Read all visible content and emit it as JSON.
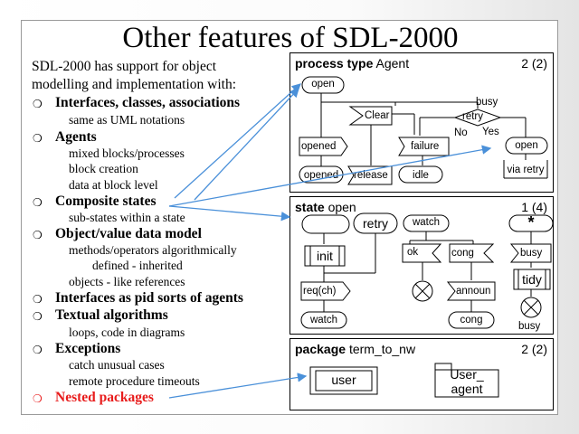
{
  "slide": {
    "title": "Other features of SDL-2000",
    "intro": [
      "SDL-2000 has support for object",
      "modelling and implementation with:"
    ],
    "bullet_glyph": "❍",
    "items": [
      {
        "label": "Interfaces, classes, associations",
        "subs": [
          "same as UML notations"
        ]
      },
      {
        "label": "Agents",
        "subs": [
          "mixed blocks/processes",
          "block creation",
          "data at block level"
        ]
      },
      {
        "label": "Composite states",
        "subs": [
          "sub-states within a state"
        ]
      },
      {
        "label": "Object/value data model",
        "subs": [
          "methods/operators algorithmically",
          "defined - inherited",
          "objects - like references"
        ]
      },
      {
        "label": "Interfaces as pid sorts of agents",
        "subs": []
      },
      {
        "label": "Textual algorithms",
        "subs": [
          "loops, code in diagrams"
        ]
      },
      {
        "label": "Exceptions",
        "subs": [
          "catch unusual cases",
          "remote procedure timeouts"
        ]
      },
      {
        "label": "Nested packages",
        "subs": [],
        "color": "#e81c1c"
      }
    ]
  },
  "process_panel": {
    "keyword": "process type",
    "name": "Agent",
    "page": "2 (2)",
    "labels": {
      "open_top": "open",
      "busy": "busy",
      "clear": "Clear",
      "retry": "retry",
      "no": "No",
      "yes": "Yes",
      "opened1": "opened",
      "failure": "failure",
      "open_right": "open",
      "opened2": "opened",
      "release": "release",
      "idle": "idle",
      "via_retry": "via retry"
    }
  },
  "state_panel": {
    "keyword": "state",
    "name": "open",
    "page": "1 (4)",
    "labels": {
      "retry": "retry",
      "watch_top": "watch",
      "star": "*",
      "init": "init",
      "ok": "ok",
      "cong1": "cong",
      "busy1": "busy",
      "tidy": "tidy",
      "reqch": "req(ch)",
      "announ": "announ",
      "watch_bottom": "watch",
      "cong2": "cong",
      "busy2": "busy"
    }
  },
  "package_panel": {
    "keyword": "package",
    "name": "term_to_nw",
    "page": "2 (2)",
    "labels": {
      "user": "user",
      "user_agent_1": "User_",
      "user_agent_2": "agent"
    }
  },
  "colors": {
    "arrow": "#4a90d9",
    "highlight": "#e81c1c"
  }
}
